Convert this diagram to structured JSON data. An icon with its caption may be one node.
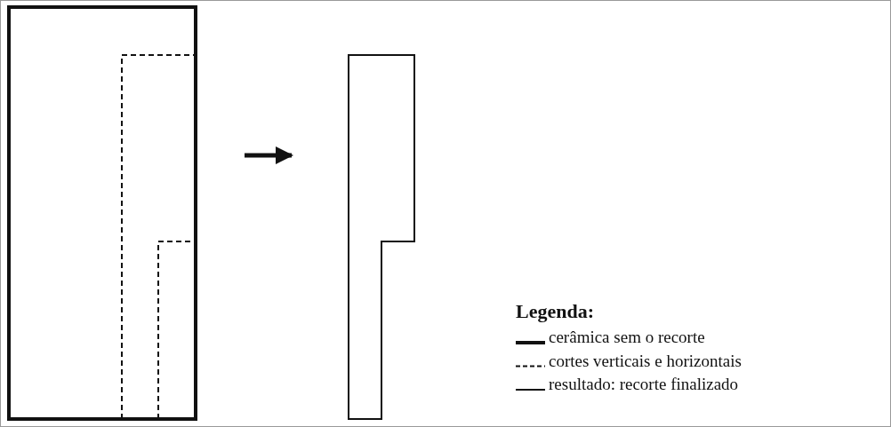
{
  "diagram": {
    "nodes": [
      {
        "text": [],
        "shape": "box"
      },
      {
        "text": [],
        "shape": "box"
      }
    ],
    "edges": [
      {
        "from": 0,
        "to": 1,
        "arrow": "to"
      }
    ],
    "labels": [
      "Legenda:"
    ],
    "legend": [
      {
        "text": "cerâmica sem o recorte"
      },
      {
        "text": "cortes verticais e horizontais"
      },
      {
        "text": "resultado: recorte finalizado"
      }
    ]
  }
}
